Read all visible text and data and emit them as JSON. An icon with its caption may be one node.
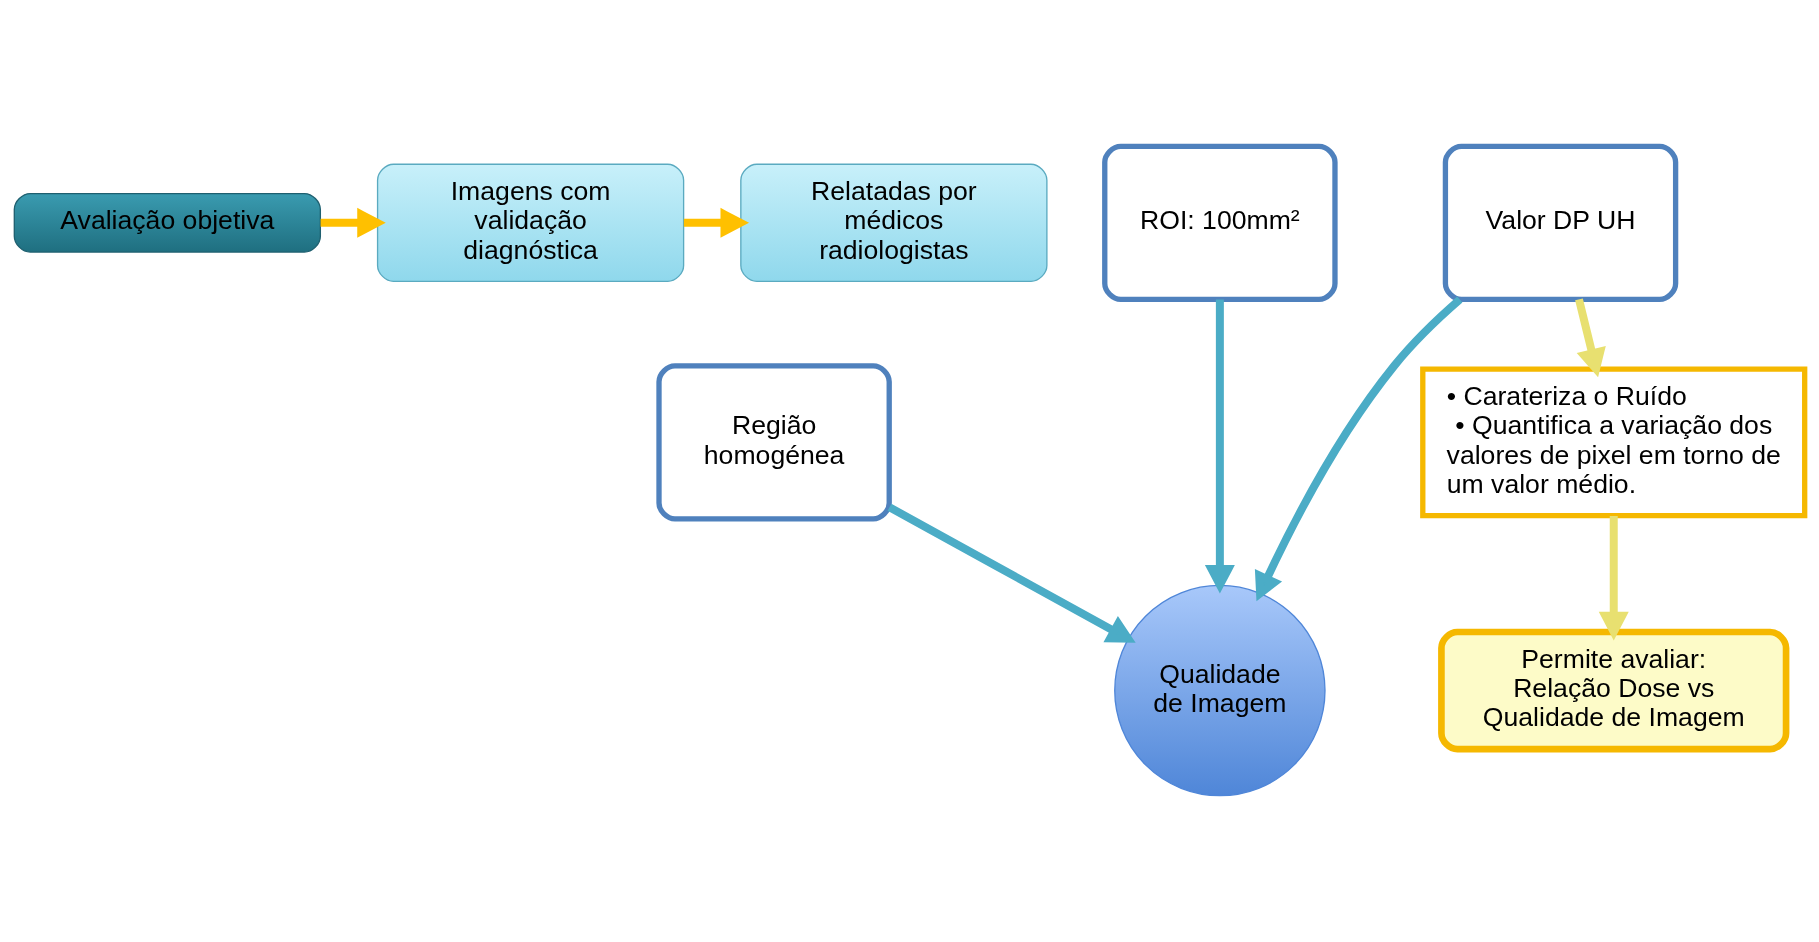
{
  "diagram": {
    "nodes": [
      {
        "text": [
          "Avaliação objetiva"
        ]
      },
      {
        "text": [
          "Imagens com validação diagnóstica"
        ]
      },
      {
        "text": [
          "Relatadas por médicos radiologistas"
        ]
      },
      {
        "text": [
          "Região homogénea"
        ]
      },
      {
        "text": [
          "ROI: 100mm²"
        ]
      },
      {
        "text": [
          "Valor DP UH"
        ]
      },
      {
        "text": [
          "Qualidade de Imagem"
        ]
      },
      {
        "text": [
          "• Carateriza o Ruído",
          "• Quantifica a variação dos valores de pixel em torno de um valor médio."
        ]
      },
      {
        "text": [
          "Permite avaliar: Relação Dose vs Qualidade de Imagem"
        ]
      }
    ],
    "edges": [
      {
        "from": 0,
        "to": 1,
        "arrow": "to",
        "color": "#ffc000"
      },
      {
        "from": 1,
        "to": 2,
        "arrow": "to",
        "color": "#ffc000"
      },
      {
        "from": 3,
        "to": 6,
        "arrow": "to"
      },
      {
        "from": 4,
        "to": 6,
        "arrow": "to"
      },
      {
        "from": 5,
        "to": 6,
        "arrow": "to"
      },
      {
        "from": 5,
        "to": 7,
        "arrow": "to",
        "color": "#e8e070"
      },
      {
        "from": 7,
        "to": 8,
        "arrow": "to",
        "color": "#e8e070"
      }
    ]
  }
}
